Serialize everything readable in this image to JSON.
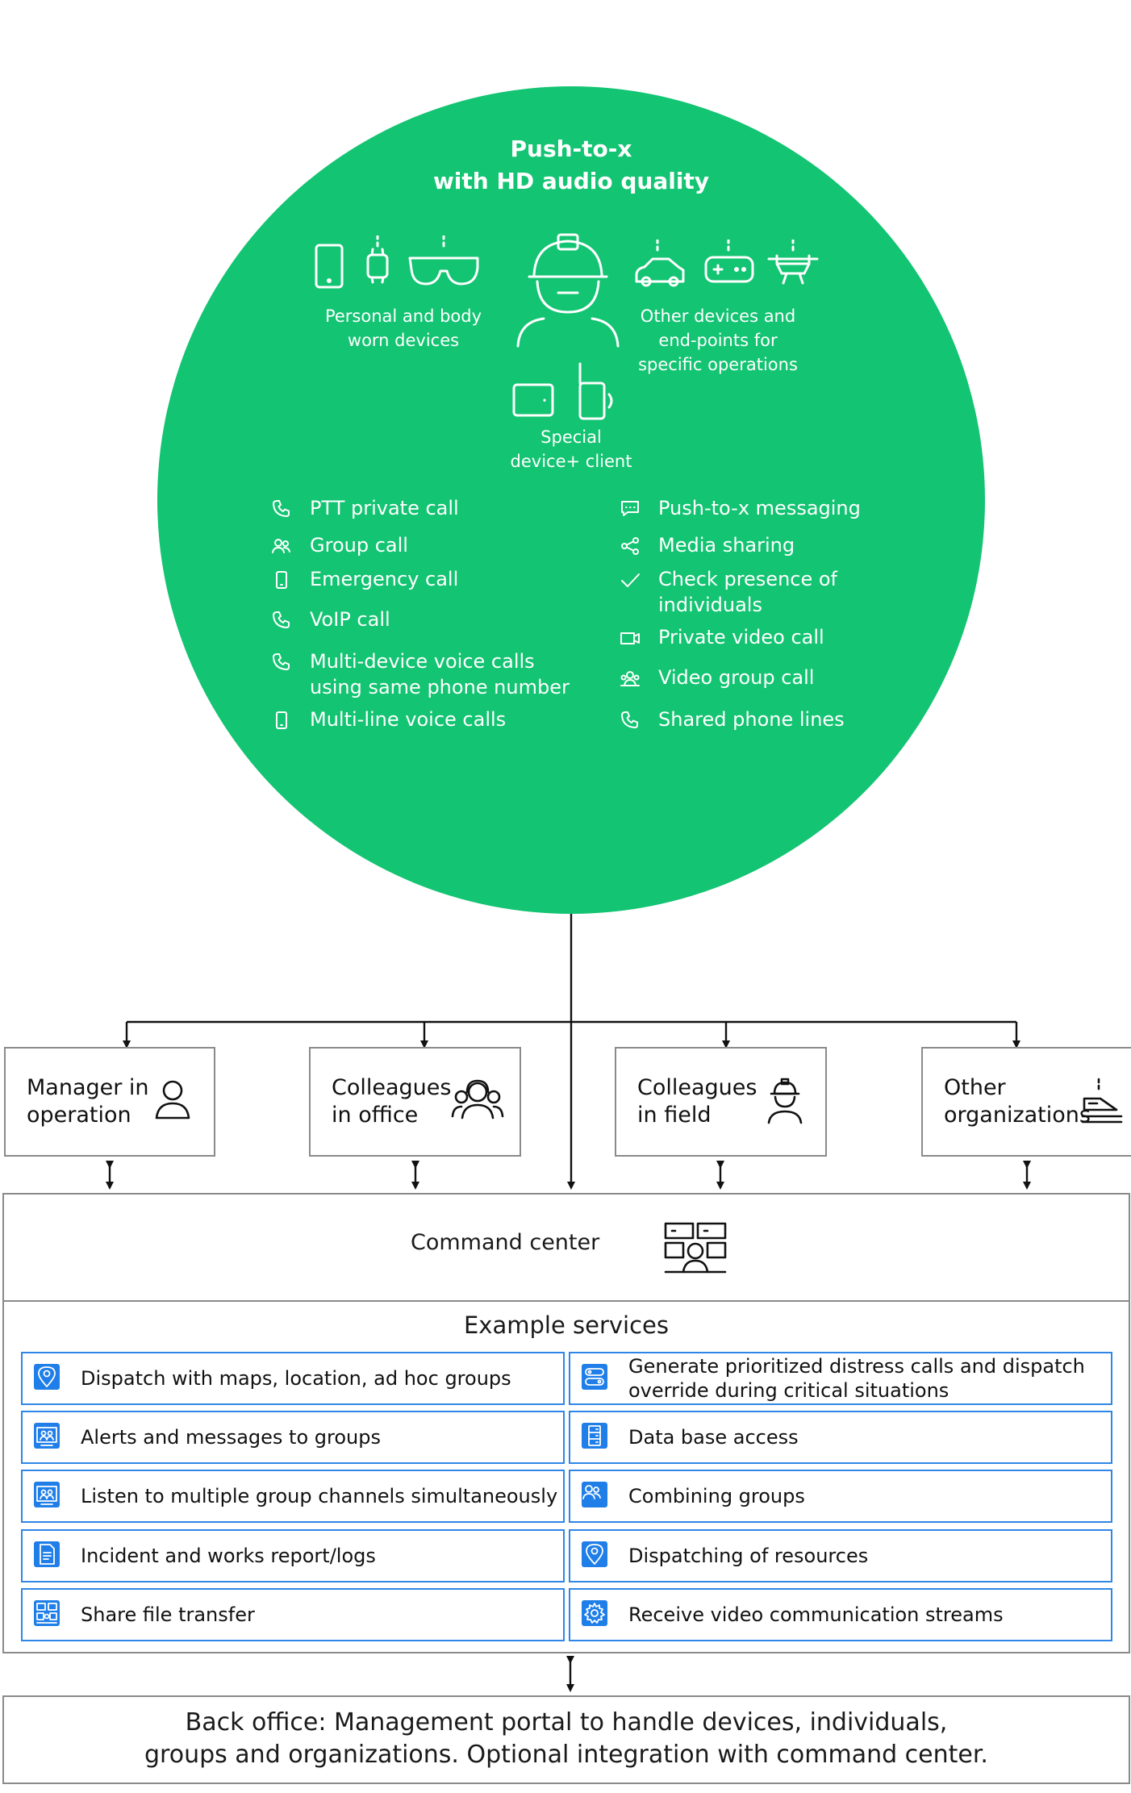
{
  "circle": {
    "title": "Push-to-x\nwith HD audio quality",
    "personal_devices": "Personal and body\nworn devices",
    "other_devices": "Other devices and\nend-points for\nspecific operations",
    "special_device": "Special\ndevice+ client"
  },
  "features_left": [
    {
      "label": "PTT private call",
      "icon": "phone-icon"
    },
    {
      "label": "Group call",
      "icon": "group-icon"
    },
    {
      "label": "Emergency call",
      "icon": "mobile-icon"
    },
    {
      "label": "VoIP call",
      "icon": "phone-icon"
    },
    {
      "label": "Multi-device voice calls\nusing same phone number",
      "icon": "phone-icon"
    },
    {
      "label": "Multi-line voice calls",
      "icon": "mobile-icon"
    }
  ],
  "features_right": [
    {
      "label": "Push-to-x messaging",
      "icon": "chat-icon"
    },
    {
      "label": "Media sharing",
      "icon": "share-icon"
    },
    {
      "label": "Check presence of\nindividuals",
      "icon": "check-icon"
    },
    {
      "label": "Private video call",
      "icon": "video-icon"
    },
    {
      "label": "Video group call",
      "icon": "video-group-icon"
    },
    {
      "label": "Shared phone lines",
      "icon": "phone-icon"
    }
  ],
  "stakeholders": [
    {
      "label": "Manager in\noperation",
      "icon": "person-icon"
    },
    {
      "label": "Colleagues\nin office",
      "icon": "group-headset-icon"
    },
    {
      "label": "Colleagues\nin field",
      "icon": "hardhat-person-icon"
    },
    {
      "label": "Other\norganizations",
      "icon": "ship-icon"
    }
  ],
  "command_center": {
    "label": "Command center",
    "icon": "command-center-icon"
  },
  "example_services": {
    "heading": "Example services",
    "items": [
      {
        "label": "Dispatch with maps, location, ad hoc groups",
        "icon": "location-pin-icon"
      },
      {
        "label": "Generate prioritized distress calls and dispatch\noverride during critical situations",
        "icon": "routing-icon"
      },
      {
        "label": "Alerts and messages to groups",
        "icon": "group-screen-icon"
      },
      {
        "label": "Data base access",
        "icon": "database-icon"
      },
      {
        "label": "Listen to multiple group channels simultaneously",
        "icon": "group-screen-icon"
      },
      {
        "label": "Combining groups",
        "icon": "group-icon"
      },
      {
        "label": "Incident and works report/logs",
        "icon": "document-icon"
      },
      {
        "label": "Dispatching of resources",
        "icon": "location-pin-icon"
      },
      {
        "label": "Share file transfer",
        "icon": "file-transfer-icon"
      },
      {
        "label": "Receive video communication streams",
        "icon": "gear-icon"
      }
    ]
  },
  "back_office": {
    "label": "Back office: Management portal to handle  devices, individuals,\ngroups and organizations. Optional integration with command center."
  },
  "colors": {
    "green": "#13c472",
    "blue": "#1f7ee8",
    "border": "#8a8a8a"
  }
}
